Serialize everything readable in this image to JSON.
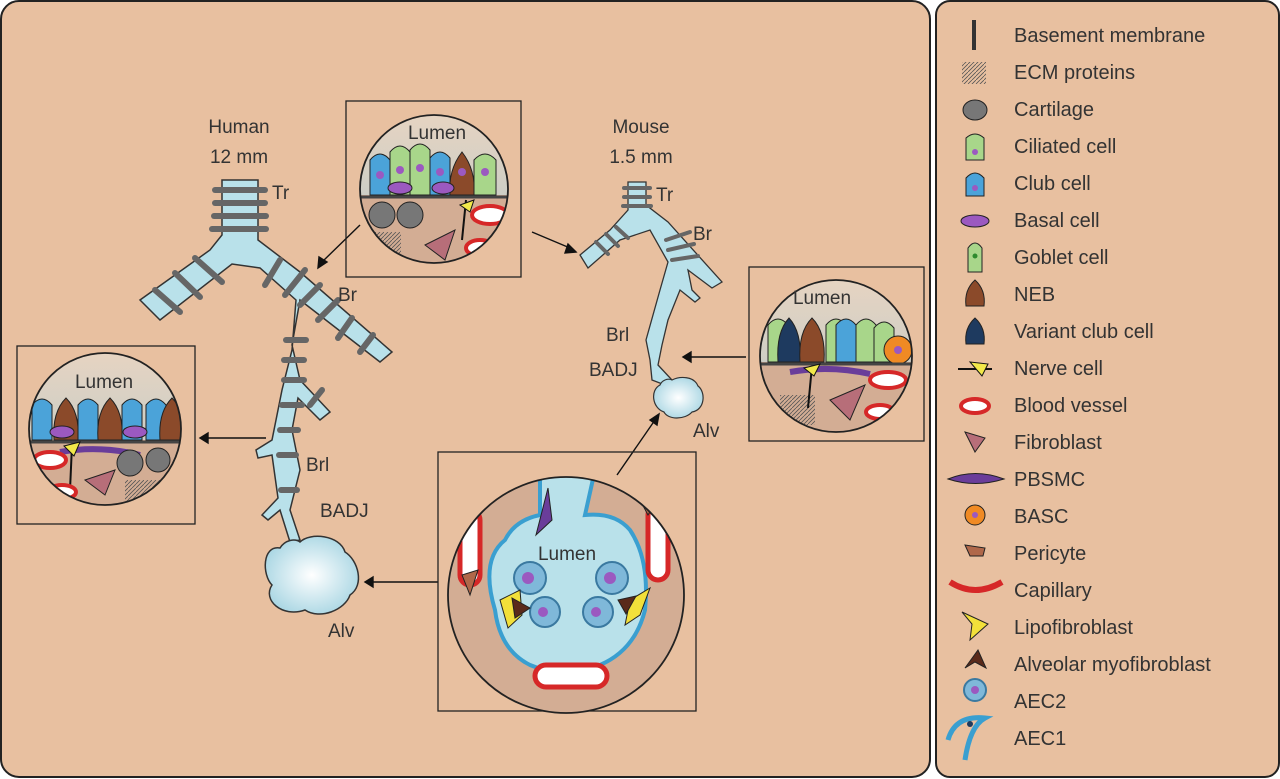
{
  "human": {
    "title": "Human",
    "size": "12 mm",
    "tr": "Tr",
    "br": "Br",
    "brl": "Brl",
    "badj": "BADJ",
    "alv": "Alv"
  },
  "mouse": {
    "title": "Mouse",
    "size": "1.5 mm",
    "tr": "Tr",
    "br": "Br",
    "brl": "Brl",
    "badj": "BADJ",
    "alv": "Alv"
  },
  "insets": {
    "upper_airway_lumen": "Lumen",
    "human_bronchiole_lumen": "Lumen",
    "mouse_bronchiole_lumen": "Lumen",
    "alveolus_lumen": "Lumen"
  },
  "legend": [
    {
      "label": "Basement membrane",
      "icon": "basement-membrane-icon"
    },
    {
      "label": "ECM proteins",
      "icon": "ecm-proteins-icon"
    },
    {
      "label": "Cartilage",
      "icon": "cartilage-icon"
    },
    {
      "label": "Ciliated cell",
      "icon": "ciliated-cell-icon"
    },
    {
      "label": "Club cell",
      "icon": "club-cell-icon"
    },
    {
      "label": "Basal cell",
      "icon": "basal-cell-icon"
    },
    {
      "label": "Goblet cell",
      "icon": "goblet-cell-icon"
    },
    {
      "label": "NEB",
      "icon": "neb-icon"
    },
    {
      "label": "Variant club cell",
      "icon": "variant-club-cell-icon"
    },
    {
      "label": "Nerve cell",
      "icon": "nerve-cell-icon"
    },
    {
      "label": "Blood vessel",
      "icon": "blood-vessel-icon"
    },
    {
      "label": "Fibroblast",
      "icon": "fibroblast-icon"
    },
    {
      "label": "PBSMC",
      "icon": "pbsmc-icon"
    },
    {
      "label": "BASC",
      "icon": "basc-icon"
    },
    {
      "label": "Pericyte",
      "icon": "pericyte-icon"
    },
    {
      "label": "Capillary",
      "icon": "capillary-icon"
    },
    {
      "label": "Lipofibroblast",
      "icon": "lipofibroblast-icon"
    },
    {
      "label": "Alveolar myofibroblast",
      "icon": "alveolar-myofibroblast-icon"
    },
    {
      "label": "AEC2",
      "icon": "aec2-icon"
    },
    {
      "label": "AEC1",
      "icon": "aec1-icon"
    }
  ],
  "colors": {
    "background": "#e8c0a0",
    "airway": "#b9e1ea",
    "cartilage": "#777777",
    "ciliated": "#a8d68a",
    "club": "#4ba3d9",
    "basal": "#9b59c0",
    "neb": "#8b4a2a",
    "variant_club": "#1e3a5f",
    "nerve": "#f2e84a",
    "vessel": "#d62828",
    "fibroblast": "#b76e79",
    "basc": "#f08a24",
    "lipofibroblast": "#f2e03a"
  }
}
